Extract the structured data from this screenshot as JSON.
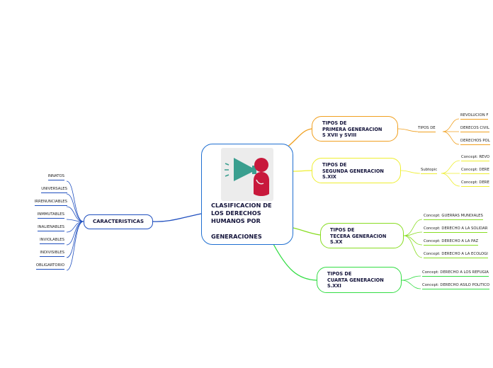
{
  "center": {
    "title": "CLASIFICACION DE\nLOS DERECHOS\nHUMANOS POR\n\nGENERACIONES",
    "icon": "megaphone-person-icon",
    "border_color": "#1f6fd1"
  },
  "caracteristicas": {
    "label": "CARACTERISTICAS",
    "color": "#1f4fbf",
    "items": [
      "INNATOS",
      "UNIVERSALES",
      "IRRENUNCIABLES",
      "INMMUTABLES",
      "INALIENABLES",
      "INVIOLABLES",
      "INDIVISIBLES",
      "OBLIGARTORIO"
    ]
  },
  "primera": {
    "label": "TIPOS DE\nPRIMERA GENERACION\nS XVII y SVIII",
    "color": "#f0a020",
    "sub": "TIPOS DE",
    "items": [
      "REVOLUCION  F",
      "DERECOS CIVIL",
      "DERECHOS POL"
    ]
  },
  "segunda": {
    "label": "TIPOS DE\nSEGUNDA  GENERACION\nS.XIX",
    "color": "#eeee30",
    "sub": "Subtopic",
    "items": [
      "Concept: REVO",
      "Concept: DERE",
      "Concept: DERE"
    ]
  },
  "tercera": {
    "label": "TIPOS DE\nTECERA  GENERACION\nS.XX",
    "color": "#88dd22",
    "items": [
      "Concept: GUERRAS MUNDIALES",
      "Concept: DERECHO A  LA SOLIDAR",
      "Concept: DERECHO A LA PAZ",
      "Concept: DERECHO A LA ECOLOGI"
    ]
  },
  "cuarta": {
    "label": "TIPOS DE\nCUARTA  GENERACION\nS.XXI",
    "color": "#33dd44",
    "items": [
      "Concept: DERECHO A LOS REFUGIA",
      "Concept: DERECHO ASILO POLITICO"
    ]
  }
}
